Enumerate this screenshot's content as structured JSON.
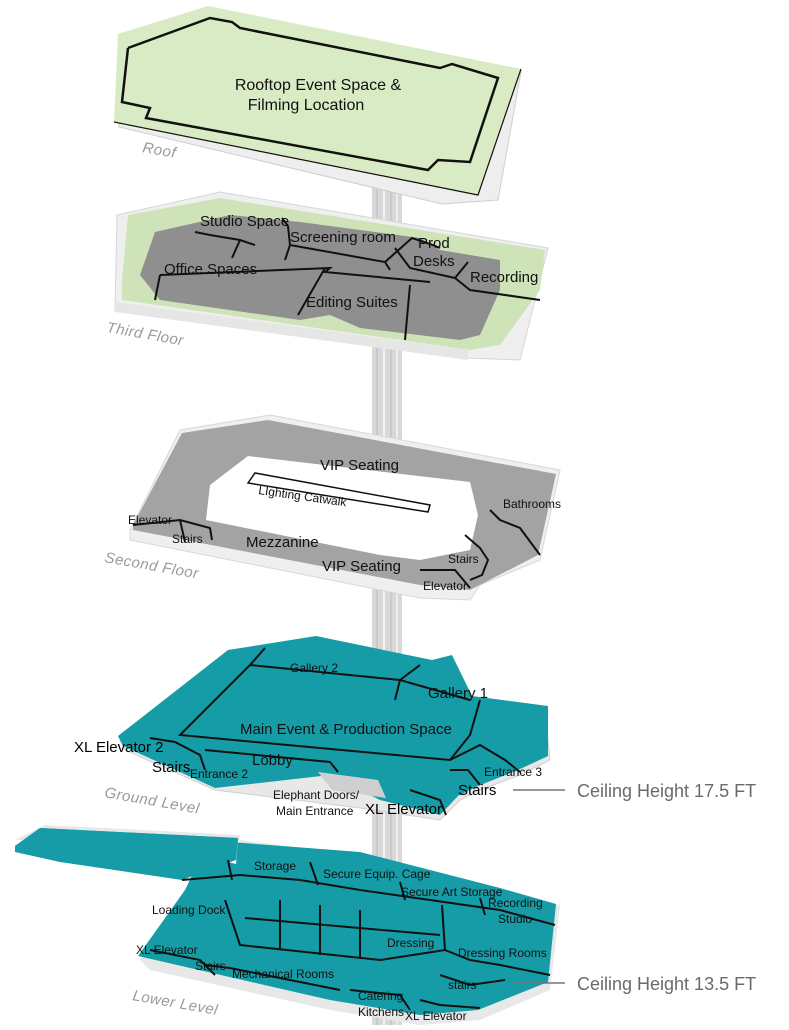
{
  "colors": {
    "roof": "#d9ebc4",
    "third_gray": "#8f8f8f",
    "third_green": "#cfe3b8",
    "second_gray": "#a3a3a3",
    "ground_teal": "#169ca7",
    "lower_teal": "#169ca7",
    "slab_edge": "#f4f4f4",
    "shaft": "#d6d6d6",
    "wall": "#111111"
  },
  "floors": {
    "roof": {
      "name": "Roof",
      "rooms": {
        "rooftop_line1": "Rooftop Event Space &",
        "rooftop_line2": "Filming Location"
      }
    },
    "third": {
      "name": "Third Floor",
      "rooms": {
        "studio": "Studio Space",
        "screening": "Screening room",
        "prod1": "Prod",
        "prod2": "Desks",
        "office": "Office Spaces",
        "recording": "Recording",
        "editing": "Editing Suites"
      }
    },
    "second": {
      "name": "Second Floor",
      "rooms": {
        "vip_top": "VIP Seating",
        "catwalk": "LIghting Catwalk",
        "bathrooms": "Bathrooms",
        "elevator_l": "Elevator",
        "stairs_l": "Stairs",
        "mezzanine": "Mezzanine",
        "vip_bottom": "VIP Seating",
        "stairs_r": "Stairs",
        "elevator_r": "Elevator"
      }
    },
    "ground": {
      "name": "Ground Level",
      "rooms": {
        "gallery2": "Gallery 2",
        "gallery1": "Gallery 1",
        "main": "Main Event & Production Space",
        "xl_elev2": "XL Elevator 2",
        "stairs_l": "Stairs",
        "entrance2": "Entrance 2",
        "lobby": "Lobby",
        "entrance3": "Entrance 3",
        "stairs_r": "Stairs",
        "elephant1": "Elephant Doors/",
        "elephant2": "Main Entrance",
        "xl_elev": "XL Elevator"
      },
      "ceiling": "Ceiling Height 17.5 FT"
    },
    "lower": {
      "name": "Lower Level",
      "rooms": {
        "storage": "Storage",
        "secure_equip": "Secure Equip. Cage",
        "secure_art": "Secure Art Storage",
        "rec1": "Recording",
        "rec2": "Studio",
        "loading": "Loading Dock",
        "dressing": "Dressing",
        "dressing_rooms": "Dressing Rooms",
        "xl_elev_l": "XL Elevator",
        "stairs_l": "Stairs",
        "mechanical": "Mechanical Rooms",
        "stairs_r": "stairs",
        "catering1": "Catering",
        "catering2": "Kitchens",
        "xl_elev_r": "XL Elevator"
      },
      "ceiling": "Ceiling Height 13.5 FT"
    }
  }
}
